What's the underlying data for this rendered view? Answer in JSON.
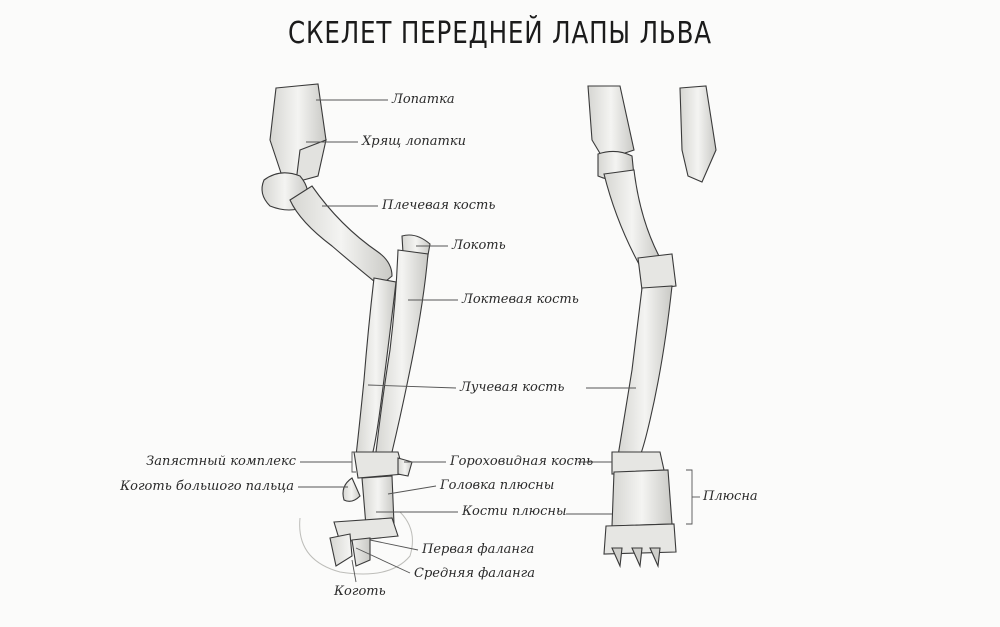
{
  "title": "СКЕЛЕТ ПЕРЕДНЕЙ ЛАПЫ ЛЬВА",
  "labels": {
    "scapula": "Лопатка",
    "scapula_cartilage": "Хрящ лопатки",
    "humerus": "Плечевая кость",
    "elbow": "Локоть",
    "ulna": "Локтевая кость",
    "radius": "Лучевая кость",
    "carpal_complex": "Запястный комплекс",
    "pisiform": "Гороховидная кость",
    "dewclaw": "Коготь большого пальца",
    "metacarpal_head": "Головка плюсны",
    "metacarpals": "Кости плюсны",
    "first_phalanx": "Первая фаланга",
    "middle_phalanx": "Средняя фаланга",
    "claw": "Коготь",
    "metacarpus": "Плюсна"
  },
  "colors": {
    "ink": "#2a2a2a",
    "bone": "#eeeeec",
    "shade": "#b9b9b6"
  }
}
